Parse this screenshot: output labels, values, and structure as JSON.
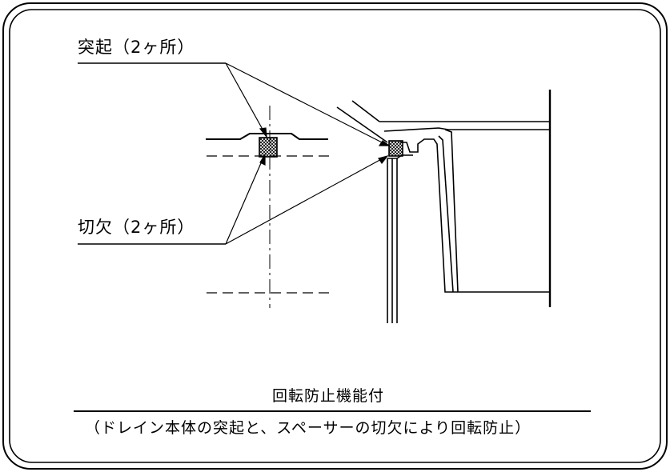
{
  "labels": {
    "protrusion": "突起（2ヶ所）",
    "notch": "切欠（2ヶ所）"
  },
  "caption": {
    "title": "回転防止機能付",
    "note": "（ドレイン本体の突起と、スペーサーの切欠により回転防止）"
  },
  "colors": {
    "line": "#000000",
    "background": "#ffffff"
  }
}
